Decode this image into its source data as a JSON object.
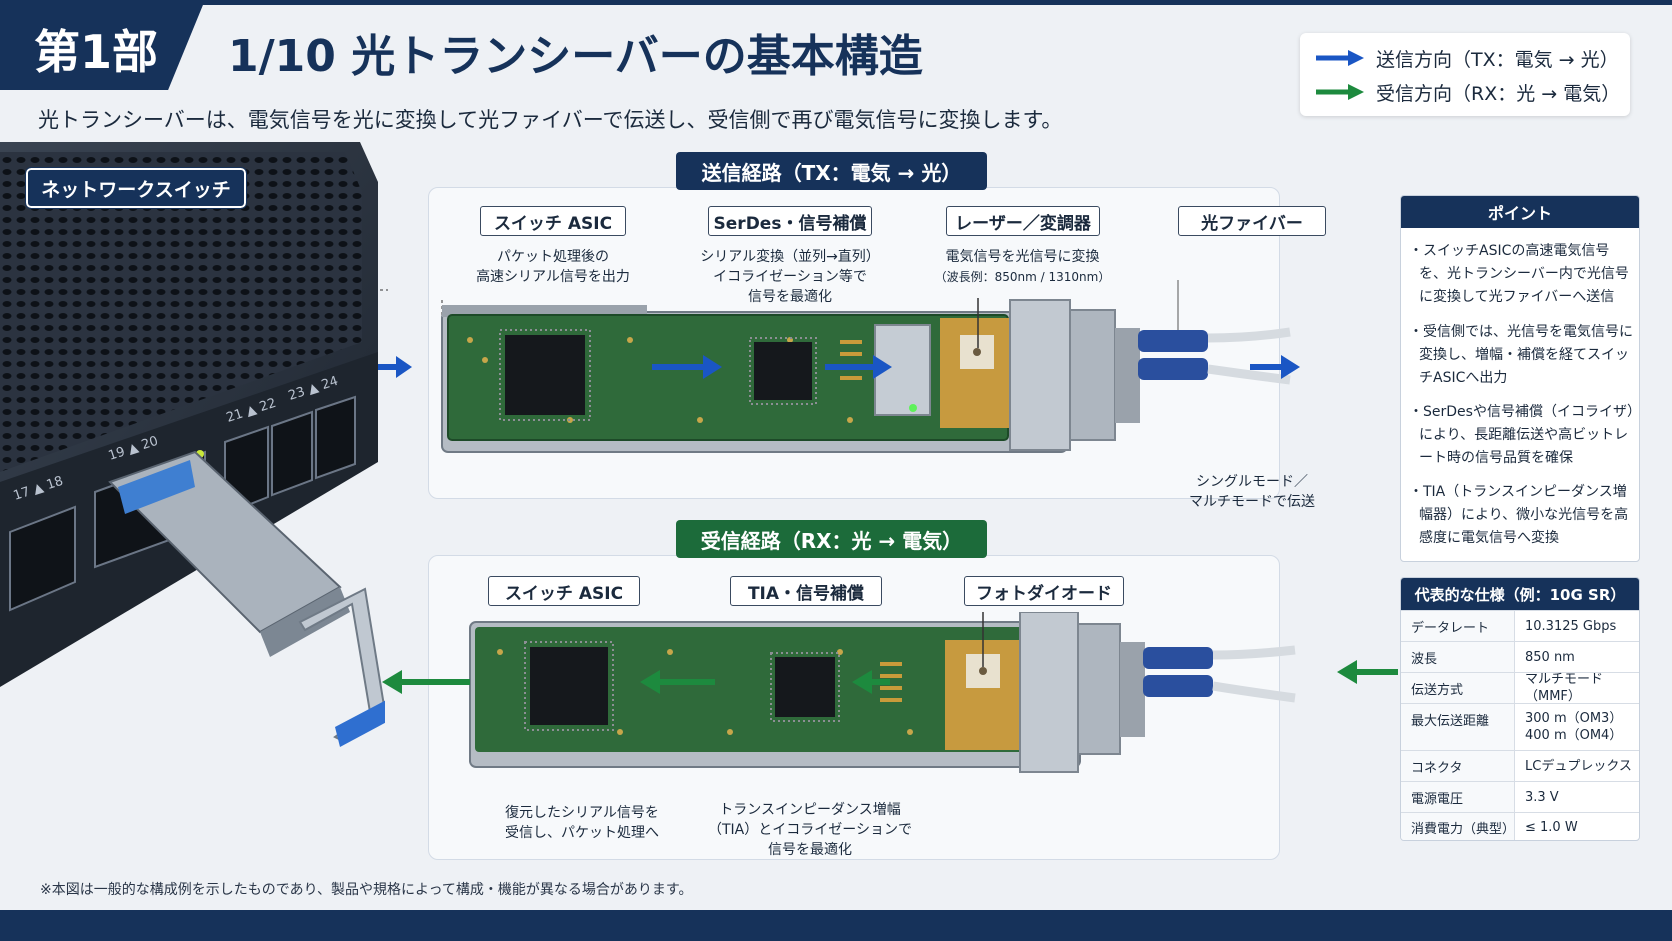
{
  "header": {
    "part": "第1部",
    "title": "1/10 光トランシーバーの基本構造",
    "subtitle": "光トランシーバーは、電気信号を光に変換して光ファイバーで伝送し、受信側で再び電気信号に変換します。"
  },
  "legend": {
    "tx": "送信方向（TX：電気 → 光）",
    "rx": "受信方向（RX：光 → 電気）",
    "tx_color": "#1a56c4",
    "rx_color": "#1d8a3e"
  },
  "switch": {
    "label": "ネットワークスイッチ",
    "ports": [
      "17 ▲ 18",
      "19 ▲ 20",
      "21 ▲ 22",
      "23 ▲ 24"
    ]
  },
  "tx": {
    "header": "送信経路（TX：電気 → 光）",
    "components": [
      {
        "label": "スイッチ ASIC",
        "desc": [
          "パケット処理後の",
          "高速シリアル信号を出力"
        ]
      },
      {
        "label": "SerDes・信号補償",
        "desc": [
          "シリアル変換（並列→直列）",
          "イコライゼーション等で",
          "信号を最適化"
        ]
      },
      {
        "label": "レーザー／変調器",
        "desc": [
          "電気信号を光信号に変換",
          "（波長例：850nm / 1310nm）"
        ]
      },
      {
        "label": "光ファイバー",
        "desc": []
      }
    ],
    "fiber_note": [
      "シングルモード／",
      "マルチモードで伝送"
    ]
  },
  "rx": {
    "header": "受信経路（RX：光 → 電気）",
    "components": [
      {
        "label": "スイッチ ASIC",
        "desc": [
          "復元したシリアル信号を",
          "受信し、パケット処理へ"
        ]
      },
      {
        "label": "TIA・信号補償",
        "desc": [
          "トランスインピーダンス増幅",
          "（TIA）とイコライゼーションで",
          "信号を最適化"
        ]
      },
      {
        "label": "フォトダイオード",
        "desc": []
      }
    ]
  },
  "points": {
    "title": "ポイント",
    "items": [
      "・スイッチASICの高速電気信号を、光トランシーバー内で光信号に変換して光ファイバーへ送信",
      "・受信側では、光信号を電気信号に変換し、増幅・補償を経てスイッチASICへ出力",
      "・SerDesや信号補償（イコライザ）により、長距離伝送や高ビットレート時の信号品質を確保",
      "・TIA（トランスインピーダンス増幅器）により、微小な光信号を高感度に電気信号へ変換"
    ]
  },
  "specs": {
    "title": "代表的な仕様（例：10G SR）",
    "rows": [
      {
        "key": "データレート",
        "value": [
          "10.3125 Gbps"
        ]
      },
      {
        "key": "波長",
        "value": [
          "850 nm"
        ]
      },
      {
        "key": "伝送方式",
        "value": [
          "マルチモード（MMF）"
        ]
      },
      {
        "key": "最大伝送距離",
        "value": [
          "300 m（OM3）",
          "400 m（OM4）"
        ]
      },
      {
        "key": "コネクタ",
        "value": [
          "LCデュプレックス"
        ]
      },
      {
        "key": "電源電圧",
        "value": [
          "3.3 V"
        ]
      },
      {
        "key": "消費電力（典型）",
        "value": [
          "≤ 1.0 W"
        ]
      }
    ]
  },
  "footnote": "※本図は一般的な構成例を示したものであり、製品や規格によって構成・機能が異なる場合があります。"
}
